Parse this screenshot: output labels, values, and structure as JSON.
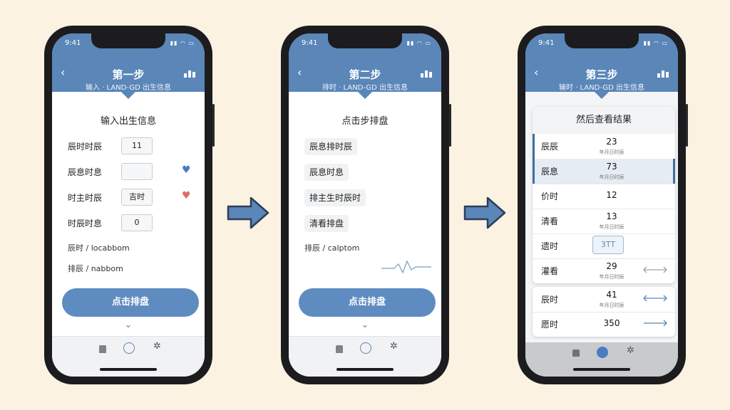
{
  "arrows": [
    "right-arrow",
    "right-arrow"
  ],
  "colors": {
    "accent": "#5a86b8",
    "background": "#fbf2e2",
    "heart_blue": "#4a7cc0",
    "heart_red": "#e06a6a"
  },
  "phones": [
    {
      "status_time": "9:41",
      "header_title": "第一步",
      "header_subtitle": "输入 · LAND-GD 出生信息",
      "section_title": "输入出生信息",
      "form": [
        {
          "label": "辰时时辰",
          "value": "11"
        },
        {
          "label": "辰息时息",
          "value": ""
        },
        {
          "label": "时主时辰",
          "value": "吉时"
        },
        {
          "label": "时辰时息",
          "value": "0"
        }
      ],
      "notes": [
        "辰时 / locabbom",
        "排辰 / nabbom"
      ],
      "cta": "点击排盘",
      "chevron": "⌄"
    },
    {
      "status_time": "9:41",
      "header_title": "第二步",
      "header_subtitle": "排时 · LAND-GD 出生信息",
      "section_title": "点击步排盘",
      "steps": [
        "辰息排时辰",
        "辰息时息",
        "排主生时辰时",
        "清看排盘"
      ],
      "note": "排辰 / calptom",
      "cta": "点击排盘",
      "chevron": "⌄"
    },
    {
      "status_time": "9:41",
      "header_title": "第三步",
      "header_subtitle": "输时 · LAND-GD 出生信息",
      "card_title": "然后查看结果",
      "rows": [
        {
          "label": "辰辰",
          "value": "23",
          "sub": "年月日时辰"
        },
        {
          "label": "辰息",
          "value": "73",
          "sub": "年月日时辰"
        },
        {
          "label": "价时",
          "value": "12",
          "sub": ""
        },
        {
          "label": "清看",
          "value": "13",
          "sub": "年月日时辰"
        },
        {
          "label": "遗时",
          "value": "3TT",
          "sub": ""
        },
        {
          "label": "灌看",
          "value": "29",
          "sub": "年月日时辰"
        }
      ],
      "rows2": [
        {
          "label": "辰时",
          "value": "41",
          "sub": "年月日时辰"
        },
        {
          "label": "愿时",
          "value": "350",
          "sub": ""
        }
      ]
    }
  ]
}
